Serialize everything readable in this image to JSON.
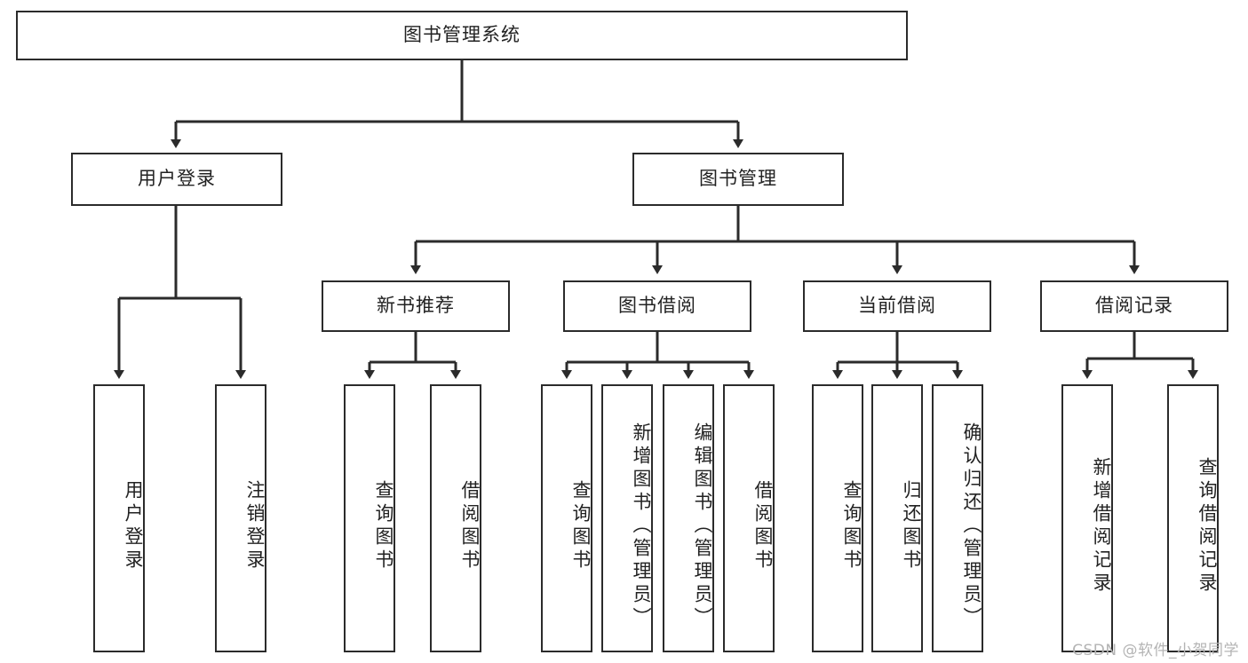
{
  "diagram": {
    "title": "图书管理系统",
    "type": "hierarchy-tree",
    "background_color": "#ffffff",
    "line_color": "#2b2b2b",
    "text_color": "#222222"
  },
  "nodes": {
    "root": {
      "label": "图书管理系统"
    },
    "level1": [
      {
        "label": "用户登录"
      },
      {
        "label": "图书管理"
      }
    ],
    "level2": [
      {
        "label": "新书推荐"
      },
      {
        "label": "图书借阅"
      },
      {
        "label": "当前借阅"
      },
      {
        "label": "借阅记录"
      }
    ],
    "leaves_user_login": [
      {
        "label": "用户登录"
      },
      {
        "label": "注销登录"
      }
    ],
    "leaves_new_book": [
      {
        "label": "查询图书"
      },
      {
        "label": "借阅图书"
      }
    ],
    "leaves_borrow": [
      {
        "label": "查询图书"
      },
      {
        "label": "新增图书（管理员）"
      },
      {
        "label": "编辑图书（管理员）"
      },
      {
        "label": "借阅图书"
      }
    ],
    "leaves_current": [
      {
        "label": "查询图书"
      },
      {
        "label": "归还图书"
      },
      {
        "label": "确认归还（管理员）"
      }
    ],
    "leaves_records": [
      {
        "label": "新增借阅记录"
      },
      {
        "label": "查询借阅记录"
      }
    ]
  },
  "watermark": {
    "text": "CSDN @软件_小贺同学"
  }
}
